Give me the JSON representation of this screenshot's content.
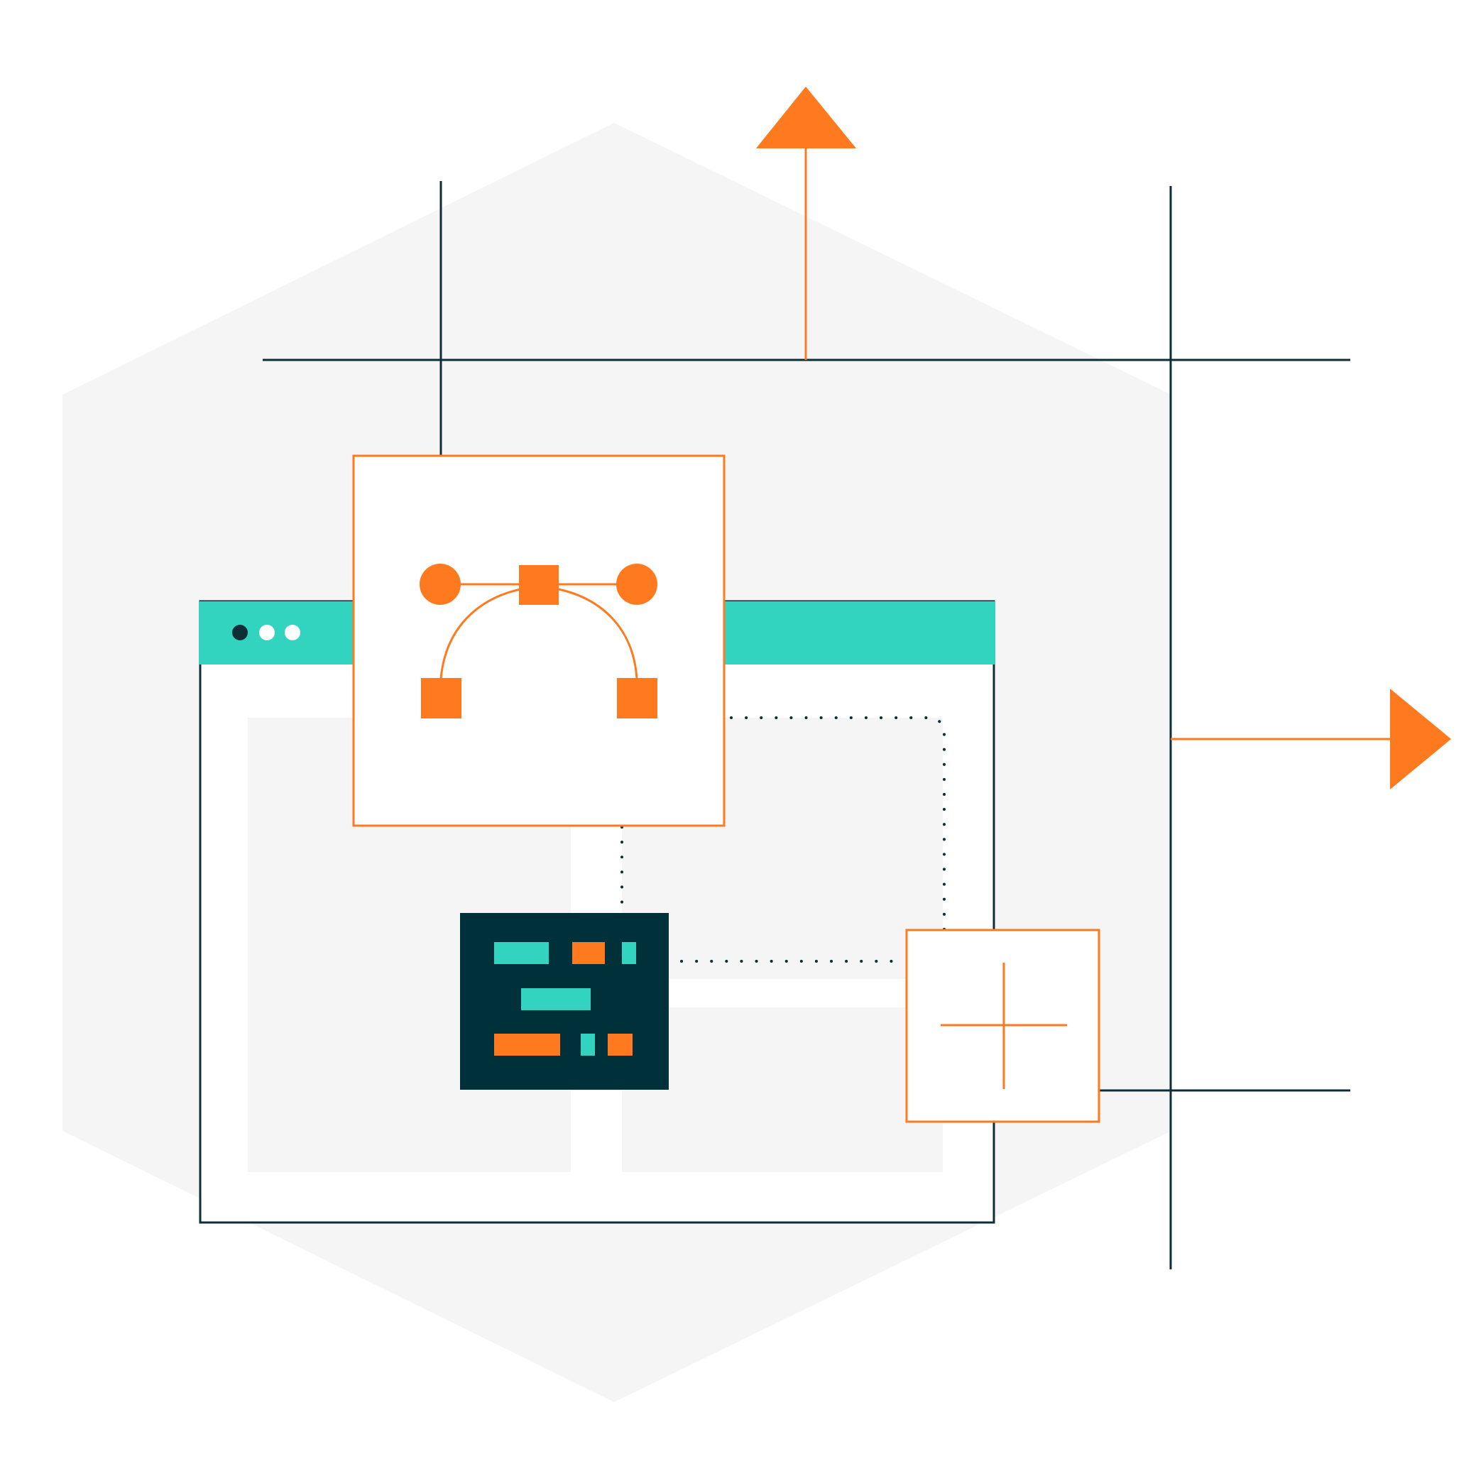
{
  "colors": {
    "background": "#ffffff",
    "hexagon": "#f5f5f5",
    "panel": "#f5f5f5",
    "line_dark": "#0d2e36",
    "accent_orange": "#ff7a1f",
    "accent_teal": "#33d4bf",
    "code_panel": "#00313a",
    "white": "#ffffff"
  },
  "icons": {
    "hexagon": "hexagon-background",
    "browser": "browser-window",
    "bezier": "bezier-curve-pen-tool-icon",
    "code": "code-block-icon",
    "add": "plus-icon",
    "arrow_up": "arrow-up-icon",
    "arrow_right": "arrow-right-icon"
  },
  "browser": {
    "dots": [
      "dark",
      "white",
      "white"
    ]
  }
}
